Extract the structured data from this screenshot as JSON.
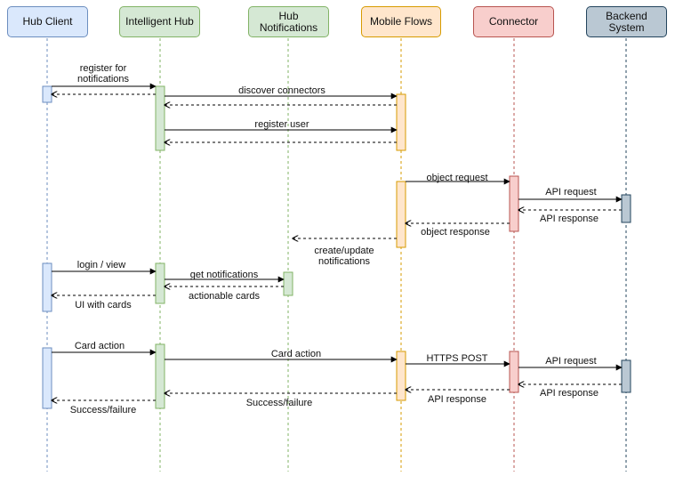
{
  "participants": [
    {
      "id": "hub_client",
      "label": "Hub Client",
      "color": "#dae8fc",
      "border": "#6c8ebf"
    },
    {
      "id": "intelligent_hub",
      "label": "Intelligent Hub",
      "color": "#d5e8d4",
      "border": "#82b366"
    },
    {
      "id": "hub_notifications",
      "label": "Hub\nNotifications",
      "color": "#d5e8d4",
      "border": "#82b366"
    },
    {
      "id": "mobile_flows",
      "label": "Mobile Flows",
      "color": "#ffe6cc",
      "border": "#d79b00"
    },
    {
      "id": "connector",
      "label": "Connector",
      "color": "#f8cecc",
      "border": "#b85450"
    },
    {
      "id": "backend_system",
      "label": "Backend\nSystem",
      "color": "#bac8d3",
      "border": "#23445d"
    }
  ],
  "messages": [
    {
      "from": "hub_client",
      "to": "intelligent_hub",
      "label": "register for\nnotifications",
      "style": "solid"
    },
    {
      "from": "intelligent_hub",
      "to": "hub_client",
      "label": "",
      "style": "dashed"
    },
    {
      "from": "intelligent_hub",
      "to": "mobile_flows",
      "label": "discover connectors",
      "style": "solid"
    },
    {
      "from": "mobile_flows",
      "to": "intelligent_hub",
      "label": "",
      "style": "dashed"
    },
    {
      "from": "intelligent_hub",
      "to": "mobile_flows",
      "label": "register user",
      "style": "solid"
    },
    {
      "from": "mobile_flows",
      "to": "intelligent_hub",
      "label": "",
      "style": "dashed"
    },
    {
      "from": "mobile_flows",
      "to": "connector",
      "label": "object request",
      "style": "solid"
    },
    {
      "from": "connector",
      "to": "backend_system",
      "label": "API request",
      "style": "solid"
    },
    {
      "from": "backend_system",
      "to": "connector",
      "label": "API response",
      "style": "dashed"
    },
    {
      "from": "connector",
      "to": "mobile_flows",
      "label": "object response",
      "style": "dashed"
    },
    {
      "from": "mobile_flows",
      "to": "hub_notifications",
      "label": "create/update\nnotifications",
      "style": "dashed"
    },
    {
      "from": "hub_client",
      "to": "intelligent_hub",
      "label": "login / view",
      "style": "solid"
    },
    {
      "from": "intelligent_hub",
      "to": "hub_notifications",
      "label": "get notifications",
      "style": "solid"
    },
    {
      "from": "hub_notifications",
      "to": "intelligent_hub",
      "label": "actionable cards",
      "style": "dashed"
    },
    {
      "from": "intelligent_hub",
      "to": "hub_client",
      "label": "UI with cards",
      "style": "dashed"
    },
    {
      "from": "hub_client",
      "to": "intelligent_hub",
      "label": "Card action",
      "style": "solid"
    },
    {
      "from": "intelligent_hub",
      "to": "mobile_flows",
      "label": "Card action",
      "style": "solid"
    },
    {
      "from": "mobile_flows",
      "to": "connector",
      "label": "HTTPS POST",
      "style": "solid"
    },
    {
      "from": "connector",
      "to": "backend_system",
      "label": "API request",
      "style": "solid"
    },
    {
      "from": "backend_system",
      "to": "connector",
      "label": "API response",
      "style": "dashed"
    },
    {
      "from": "connector",
      "to": "mobile_flows",
      "label": "API response",
      "style": "dashed"
    },
    {
      "from": "mobile_flows",
      "to": "intelligent_hub",
      "label": "Success/failure",
      "style": "dashed"
    },
    {
      "from": "intelligent_hub",
      "to": "hub_client",
      "label": "Success/failure",
      "style": "dashed"
    }
  ]
}
